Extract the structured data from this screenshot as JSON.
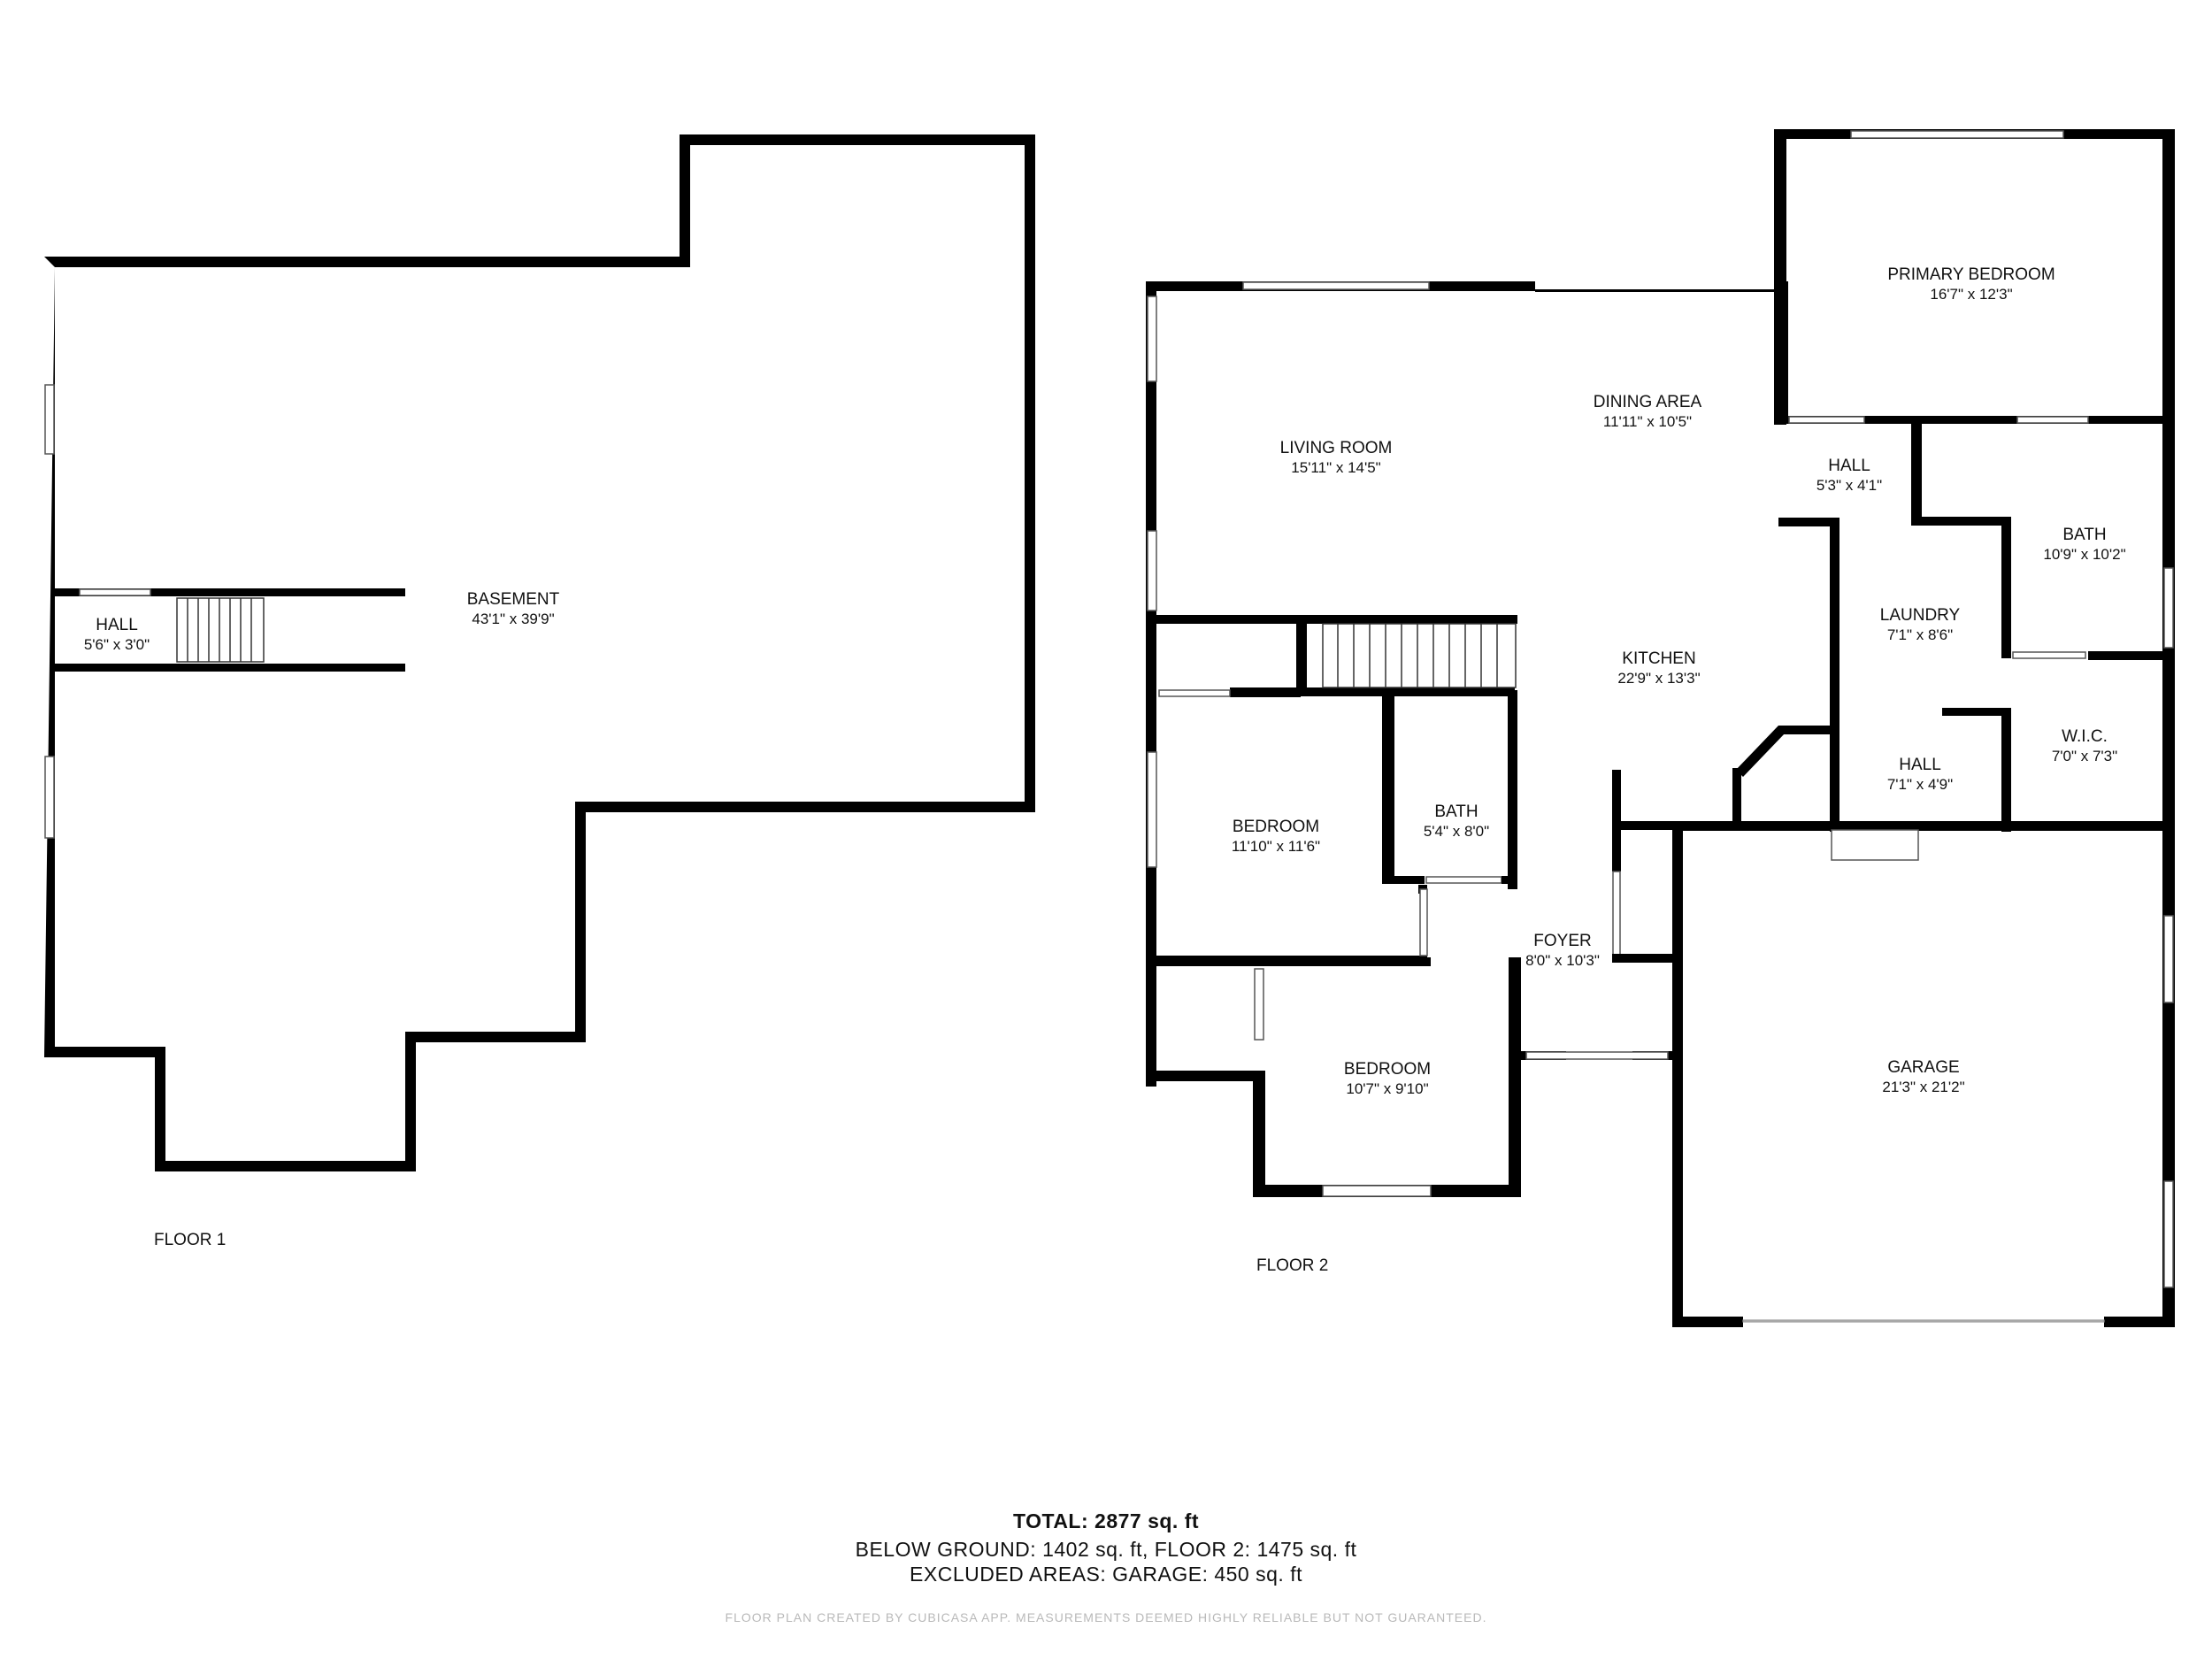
{
  "floors": [
    {
      "label": "FLOOR 1",
      "rooms": [
        {
          "id": "basement",
          "name": "BASEMENT",
          "dim": "43'1\" x 39'9\""
        },
        {
          "id": "hall-f1",
          "name": "HALL",
          "dim": "5'6\" x 3'0\""
        }
      ]
    },
    {
      "label": "FLOOR 2",
      "rooms": [
        {
          "id": "primary-bedroom",
          "name": "PRIMARY BEDROOM",
          "dim": "16'7\" x 12'3\""
        },
        {
          "id": "dining-area",
          "name": "DINING AREA",
          "dim": "11'11\" x 10'5\""
        },
        {
          "id": "living-room",
          "name": "LIVING ROOM",
          "dim": "15'11\" x 14'5\""
        },
        {
          "id": "hall-upper",
          "name": "HALL",
          "dim": "5'3\" x 4'1\""
        },
        {
          "id": "bath-primary",
          "name": "BATH",
          "dim": "10'9\" x 10'2\""
        },
        {
          "id": "laundry",
          "name": "LAUNDRY",
          "dim": "7'1\" x 8'6\""
        },
        {
          "id": "kitchen",
          "name": "KITCHEN",
          "dim": "22'9\" x 13'3\""
        },
        {
          "id": "wic",
          "name": "W.I.C.",
          "dim": "7'0\" x 7'3\""
        },
        {
          "id": "hall-lower",
          "name": "HALL",
          "dim": "7'1\" x 4'9\""
        },
        {
          "id": "bedroom-1",
          "name": "BEDROOM",
          "dim": "11'10\" x 11'6\""
        },
        {
          "id": "bath-hall",
          "name": "BATH",
          "dim": "5'4\" x 8'0\""
        },
        {
          "id": "foyer",
          "name": "FOYER",
          "dim": "8'0\" x 10'3\""
        },
        {
          "id": "bedroom-2",
          "name": "BEDROOM",
          "dim": "10'7\" x 9'10\""
        },
        {
          "id": "garage",
          "name": "GARAGE",
          "dim": "21'3\" x 21'2\""
        }
      ]
    }
  ],
  "summary": {
    "total_label": "TOTAL:",
    "total_value": "2877 sq. ft",
    "below_ground": "BELOW GROUND: 1402 sq. ft, FLOOR 2: 1475 sq. ft",
    "excluded": "EXCLUDED AREAS: GARAGE: 450 sq. ft",
    "disclaimer": "FLOOR PLAN CREATED BY CUBICASA APP. MEASUREMENTS DEEMED HIGHLY RELIABLE BUT NOT GUARANTEED."
  },
  "colors": {
    "wall": "#000000",
    "background": "#ffffff",
    "disclaimer": "#b9b9b9"
  }
}
